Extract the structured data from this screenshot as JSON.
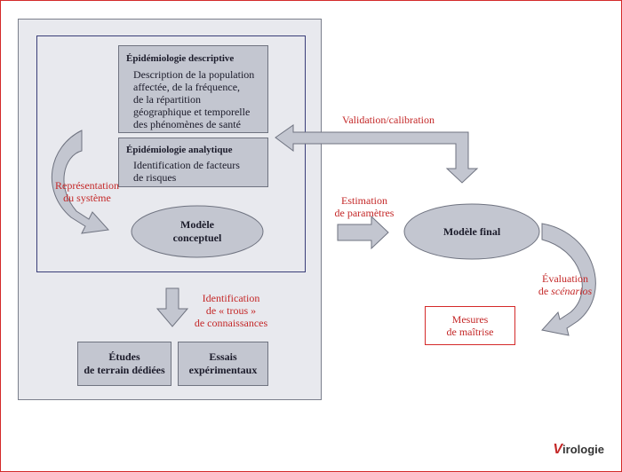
{
  "descriptive": {
    "title": "Épidémiologie descriptive",
    "lines": [
      "Description de la population",
      "affectée, de la fréquence,",
      "de la répartition",
      "géographique et temporelle",
      "des phénomènes de santé"
    ]
  },
  "analytique": {
    "title": "Épidémiologie analytique",
    "lines": [
      "Identification de facteurs",
      "de risques"
    ]
  },
  "modele_conceptuel": [
    "Modèle",
    "conceptuel"
  ],
  "representation": [
    "Représentation",
    "du système"
  ],
  "identification": [
    "Identification",
    "de « trous »",
    "de connaissances"
  ],
  "etudes": [
    "Études",
    "de terrain dédiées"
  ],
  "essais": [
    "Essais",
    "expérimentaux"
  ],
  "validation": "Validation/calibration",
  "estimation": [
    "Estimation",
    "de paramètres"
  ],
  "modele_final": "Modèle final",
  "evaluation": {
    "line1": "Évaluation",
    "line2_prefix": "de ",
    "line2_em": "scénarios"
  },
  "mesures": [
    "Mesures",
    "de maîtrise"
  ],
  "logo": {
    "initial": "V",
    "rest": "irologie"
  },
  "colors": {
    "red": "#c42828",
    "box": "#c3c6d0",
    "panel": "#e8e9ee",
    "arrow": "#c3c6d0"
  }
}
